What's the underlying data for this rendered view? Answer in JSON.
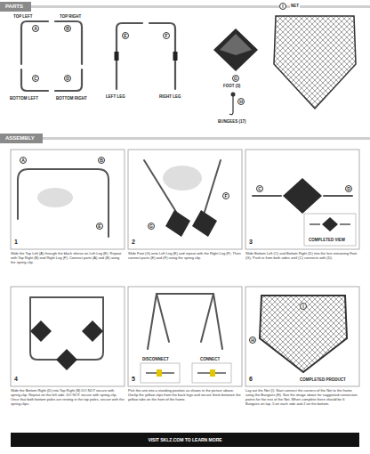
{
  "diagram": {
    "nodes": [
      {
        "text": [
          "PARTS"
        ]
      },
      {
        "text": [
          "ASSEMBLY"
        ]
      },
      {
        "text": [
          "1",
          "Slide the Top Left (A) through the black sleeve on Left Leg (E). Repeat with Top Right (B) and Right Leg (F). Connect parts (A) and (B) using the spring clip."
        ]
      },
      {
        "text": [
          "2",
          "Slide Foot (G) onto Left Leg (E) and repeat with the Right Leg (F). Then connect parts (E) and (F) using the spring clip."
        ]
      },
      {
        "text": [
          "3",
          "Slide Bottom Left (C) and Bottom Right (D) into the last remaining Foot (G). Push in from both sides until (C) connects with (D)."
        ]
      },
      {
        "text": [
          "4",
          "Slide the Bottom Right (D) into Top Right (B) DO NOT secure with spring clip. Repeat on the left side. DO NOT secure with spring clip. Once that both bottom poles are resting in the top poles, secure with the spring clips."
        ]
      },
      {
        "text": [
          "5",
          "Pick the unit into a standing position as shown in the picture above. Unclip the yellow clips from the back legs and secure them between the yellow tabs on the front of the frame."
        ]
      },
      {
        "text": [
          "6",
          "Lay out the Net (I). Start connect the corners of the Net to the frame using the Bungees (H). See the image above for suggested connection points for the rest of the Net. When complete there should be 6 Bungees on top, 5 on each side and 2 on the bottom."
        ]
      },
      {
        "text": [
          "VISIT SKLZ.COM TO LEARN MORE"
        ]
      }
    ],
    "labels": [
      "TOP LEFT",
      "TOP RIGHT",
      "A",
      "B",
      "C",
      "D",
      "BOTTOM LEFT",
      "BOTTOM RIGHT",
      "E",
      "F",
      "LEFT LEG",
      "RIGHT LEG",
      "G",
      "FOOT (3)",
      "I",
      "NET",
      "H",
      "BUNGEES (17)",
      "A",
      "B",
      "E",
      "G",
      "F",
      "C",
      "D",
      "COMPLETED VIEW",
      "DISCONNECT",
      "CONNECT",
      "H",
      "I",
      "COMPLETED PRODUCT"
    ]
  }
}
